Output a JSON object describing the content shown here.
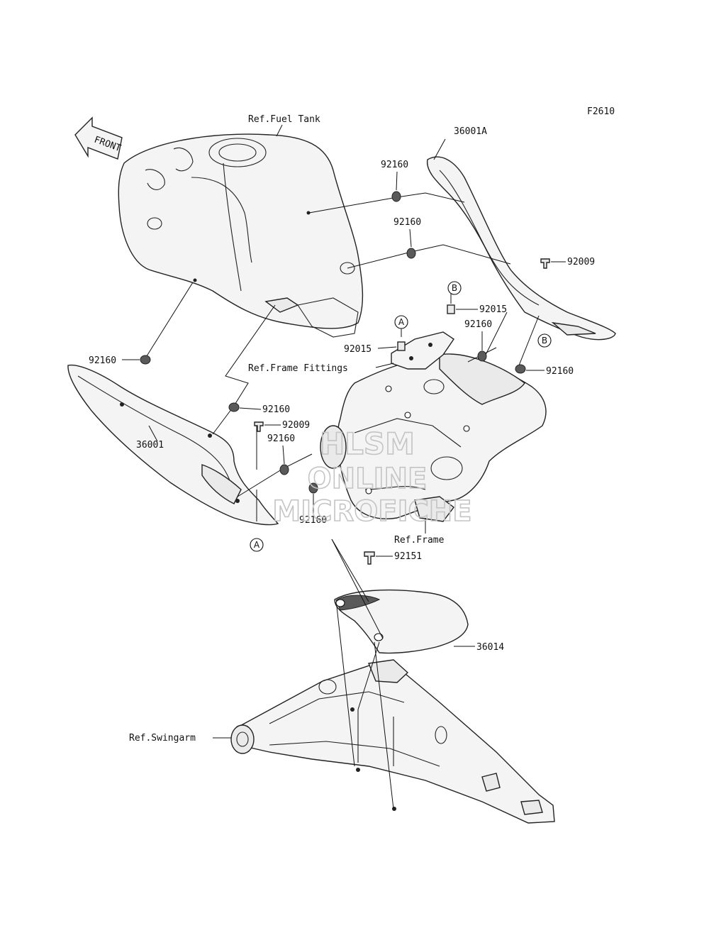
{
  "figure_code": "F2610",
  "front_label": "FRONT",
  "watermark": {
    "line1": "HLSM",
    "line2": "ONLINE",
    "line3": "MICROFICHE"
  },
  "references": {
    "fuel_tank": "Ref.Fuel Tank",
    "frame_fittings": "Ref.Frame Fittings",
    "frame": "Ref.Frame",
    "swingarm": "Ref.Swingarm"
  },
  "parts": {
    "p36001A": "36001A",
    "p36001": "36001",
    "p36014": "36014",
    "p92160_a": "92160",
    "p92160_b": "92160",
    "p92160_c": "92160",
    "p92160_d": "92160",
    "p92160_e": "92160",
    "p92160_f": "92160",
    "p92160_g": "92160",
    "p92160_h": "92160",
    "p92009_a": "92009",
    "p92009_b": "92009",
    "p92015_a": "92015",
    "p92015_b": "92015",
    "p92151": "92151"
  },
  "callouts": {
    "a1": "A",
    "a2": "A",
    "b1": "B",
    "b2": "B"
  }
}
